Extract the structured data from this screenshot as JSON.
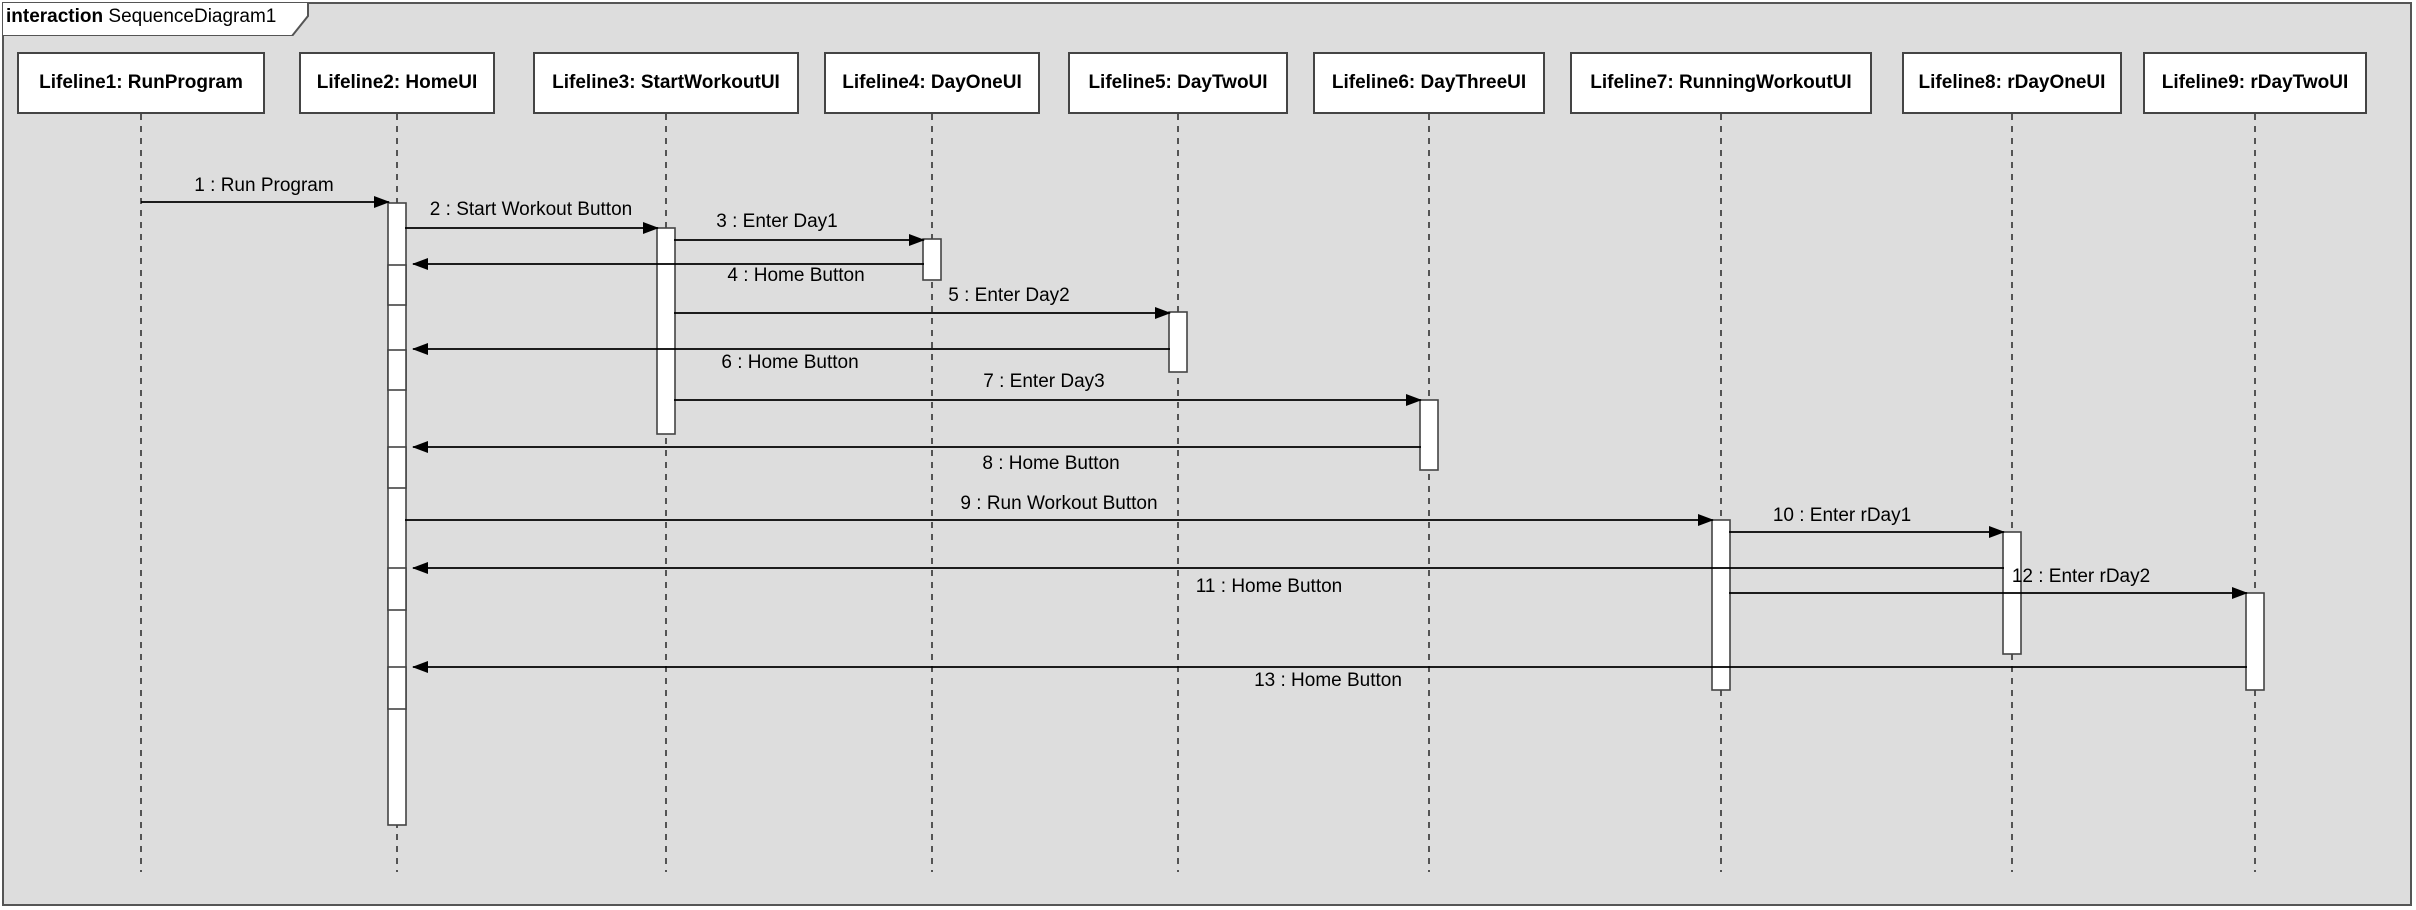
{
  "frame": {
    "keyword": "interaction",
    "name": "SequenceDiagram1"
  },
  "colors": {
    "frame_bg": "#dddddd",
    "line": "#000000",
    "box_border": "#444444",
    "activation_fill": "#ffffff"
  },
  "lifelines": [
    {
      "id": "L1",
      "label": "Lifeline1: RunProgram"
    },
    {
      "id": "L2",
      "label": "Lifeline2: HomeUI"
    },
    {
      "id": "L3",
      "label": "Lifeline3: StartWorkoutUI"
    },
    {
      "id": "L4",
      "label": "Lifeline4: DayOneUI"
    },
    {
      "id": "L5",
      "label": "Lifeline5: DayTwoUI"
    },
    {
      "id": "L6",
      "label": "Lifeline6: DayThreeUI"
    },
    {
      "id": "L7",
      "label": "Lifeline7: RunningWorkoutUI"
    },
    {
      "id": "L8",
      "label": "Lifeline8: rDayOneUI"
    },
    {
      "id": "L9",
      "label": "Lifeline9: rDayTwoUI"
    }
  ],
  "messages": [
    {
      "label": "1 : Run Program",
      "from": "L1",
      "to": "L2"
    },
    {
      "label": "2 : Start Workout Button",
      "from": "L2",
      "to": "L3"
    },
    {
      "label": "3 : Enter Day1",
      "from": "L3",
      "to": "L4"
    },
    {
      "label": "4 : Home Button",
      "from": "L4",
      "to": "L2"
    },
    {
      "label": "5 : Enter Day2",
      "from": "L3",
      "to": "L5"
    },
    {
      "label": "6 : Home Button",
      "from": "L5",
      "to": "L2"
    },
    {
      "label": "7 : Enter Day3",
      "from": "L3",
      "to": "L6"
    },
    {
      "label": "8 : Home Button",
      "from": "L6",
      "to": "L2"
    },
    {
      "label": "9 : Run Workout Button",
      "from": "L2",
      "to": "L7"
    },
    {
      "label": "10 : Enter rDay1",
      "from": "L7",
      "to": "L8"
    },
    {
      "label": "11 : Home Button",
      "from": "L8",
      "to": "L2"
    },
    {
      "label": "12 : Enter rDay2",
      "from": "L7",
      "to": "L9"
    },
    {
      "label": "13 : Home Button",
      "from": "L9",
      "to": "L2"
    }
  ]
}
